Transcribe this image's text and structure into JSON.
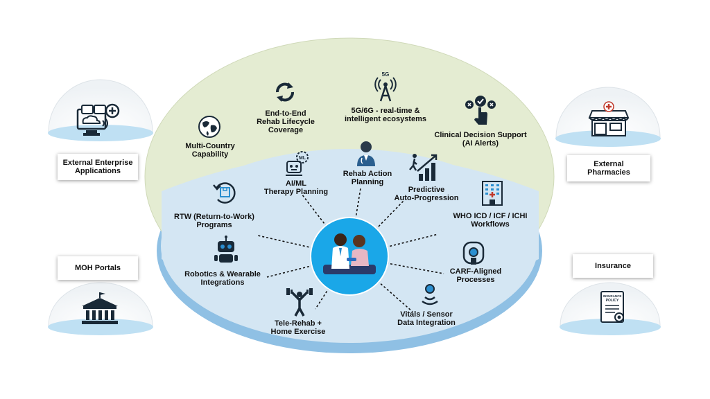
{
  "center_image": "doctor-patient-icon",
  "outer_ring": {
    "items": [
      {
        "label": "Multi-Country\nCapability",
        "icon": "globe-icon"
      },
      {
        "label": "End-to-End\nRehab Lifecycle\nCoverage",
        "icon": "refresh-cycle-icon"
      },
      {
        "label": "5G/6G - real-time &\nintelligent ecosystems",
        "icon": "antenna-5g-icon",
        "icon_text": "5G"
      },
      {
        "label": "Clinical Decision Support\n(AI Alerts)",
        "icon": "decision-hand-icon"
      }
    ]
  },
  "inner_ring": {
    "items": [
      {
        "label": "AI/ML\nTherapy Planning",
        "icon": "ai-ml-robot-icon",
        "icon_text": "ML"
      },
      {
        "label": "Rehab Action\nPlanning",
        "icon": "doctor-icon"
      },
      {
        "label": "Predictive\nAuto-Progression",
        "icon": "stairs-progress-icon"
      },
      {
        "label": "WHO ICD / ICF / ICHI\nWorkflows",
        "icon": "hospital-building-icon"
      },
      {
        "label": "CARF-Aligned\nProcesses",
        "icon": "scanner-icon"
      },
      {
        "label": "Vitals / Sensor\nData Integration",
        "icon": "sensor-signal-icon"
      },
      {
        "label": "Tele-Rehab +\nHome Exercise",
        "icon": "dumbbell-exercise-icon"
      },
      {
        "label": "Robotics & Wearable\nIntegrations",
        "icon": "robot-icon"
      },
      {
        "label": "RTW (Return-to-Work)\nPrograms",
        "icon": "return-box-icon"
      }
    ]
  },
  "external": [
    {
      "label": "External Enterprise\nApplications",
      "icon": "enterprise-apps-icon"
    },
    {
      "label": "MOH Portals",
      "icon": "government-building-icon"
    },
    {
      "label": "External\nPharmacies",
      "icon": "pharmacy-store-icon"
    },
    {
      "label": "Insurance",
      "icon": "insurance-policy-icon",
      "icon_text": "INSURANCE\nPOLICY"
    }
  ],
  "colors": {
    "outer_dome": "#e4ecd2",
    "inner_disc": "#d4e6f3",
    "platform_edge": "#8fc0e4",
    "center_circle": "#1aa7e8",
    "icon_dark": "#1a2a38",
    "icon_accent": "#2b8fd0"
  }
}
